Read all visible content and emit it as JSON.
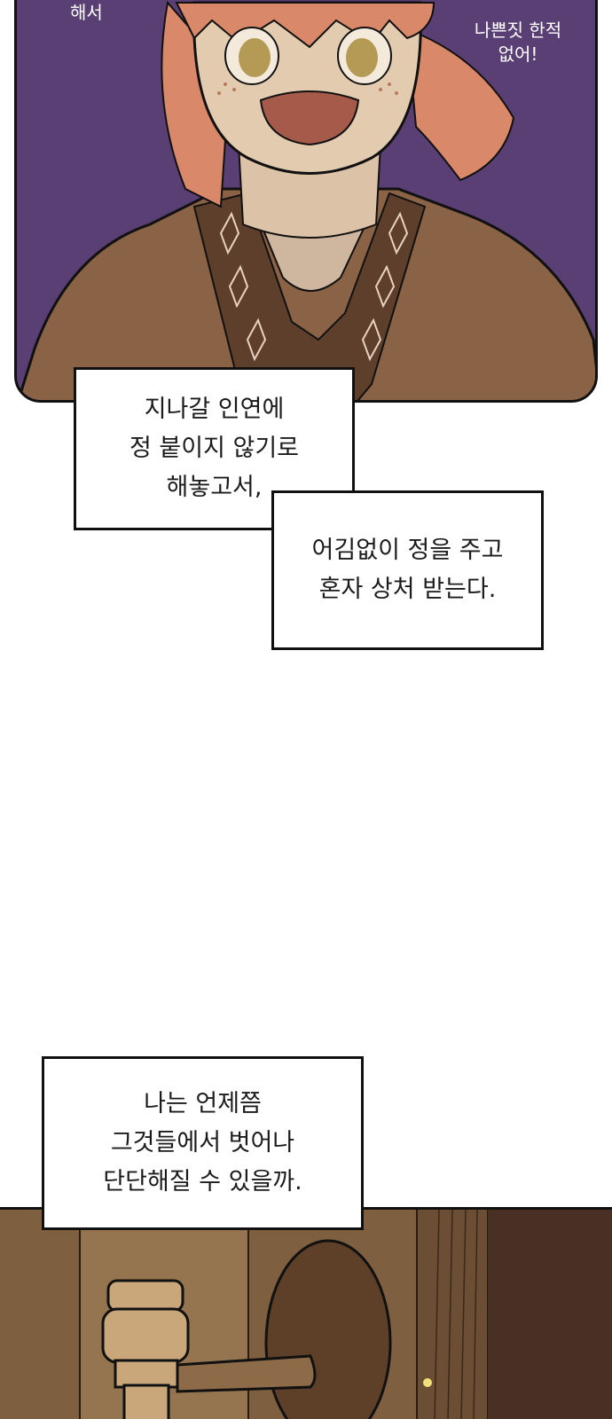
{
  "sfx": {
    "top_left": "해서",
    "top_right_line1": "나쁜짓 한적",
    "top_right_line2": "없어!"
  },
  "captions": {
    "first": [
      "지나갈 인연에",
      "정 붙이지 않기로",
      "해놓고서,"
    ],
    "second": [
      "어김없이 정을 주고",
      "혼자 상처 받는다."
    ],
    "third": [
      "나는 언제쯤",
      "그것들에서 벗어나",
      "단단해질 수 있을까."
    ]
  },
  "colors": {
    "top_panel_bg": "#5a3f74",
    "hair": "#d9896a",
    "skin": "#e3cbb0",
    "robe": "#8a6246",
    "wood": "#7e6040"
  }
}
